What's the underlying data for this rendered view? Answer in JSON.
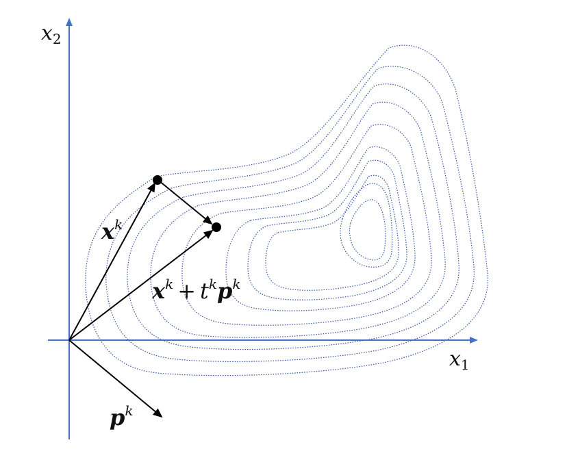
{
  "axes": {
    "x_label": {
      "base": "x",
      "sub": "1"
    },
    "y_label": {
      "base": "x",
      "sub": "2"
    }
  },
  "vectors": {
    "xk": {
      "base": "x",
      "sup": "k"
    },
    "pk": {
      "base": "p",
      "sup": "k"
    },
    "sum": {
      "x": "x",
      "xsup": "k",
      "plus": "+",
      "t": "t",
      "tsup": "k",
      "p": "p",
      "psup": "k"
    }
  },
  "colors": {
    "axis": "#4472c4",
    "contour": "#2f54a8",
    "vector": "#000000"
  }
}
